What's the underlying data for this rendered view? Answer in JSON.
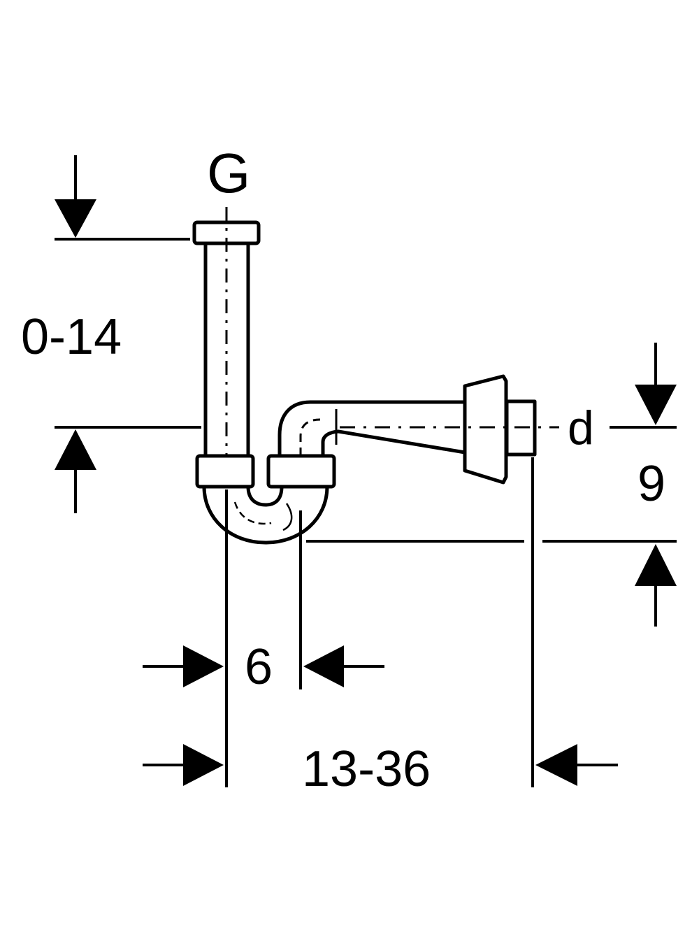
{
  "labels": {
    "thread": "G",
    "height_range": "0-14",
    "diameter": "d",
    "height_outlet": "9",
    "spacing": "6",
    "length_range": "13-36"
  },
  "colors": {
    "line": "#000000",
    "background": "#ffffff"
  }
}
